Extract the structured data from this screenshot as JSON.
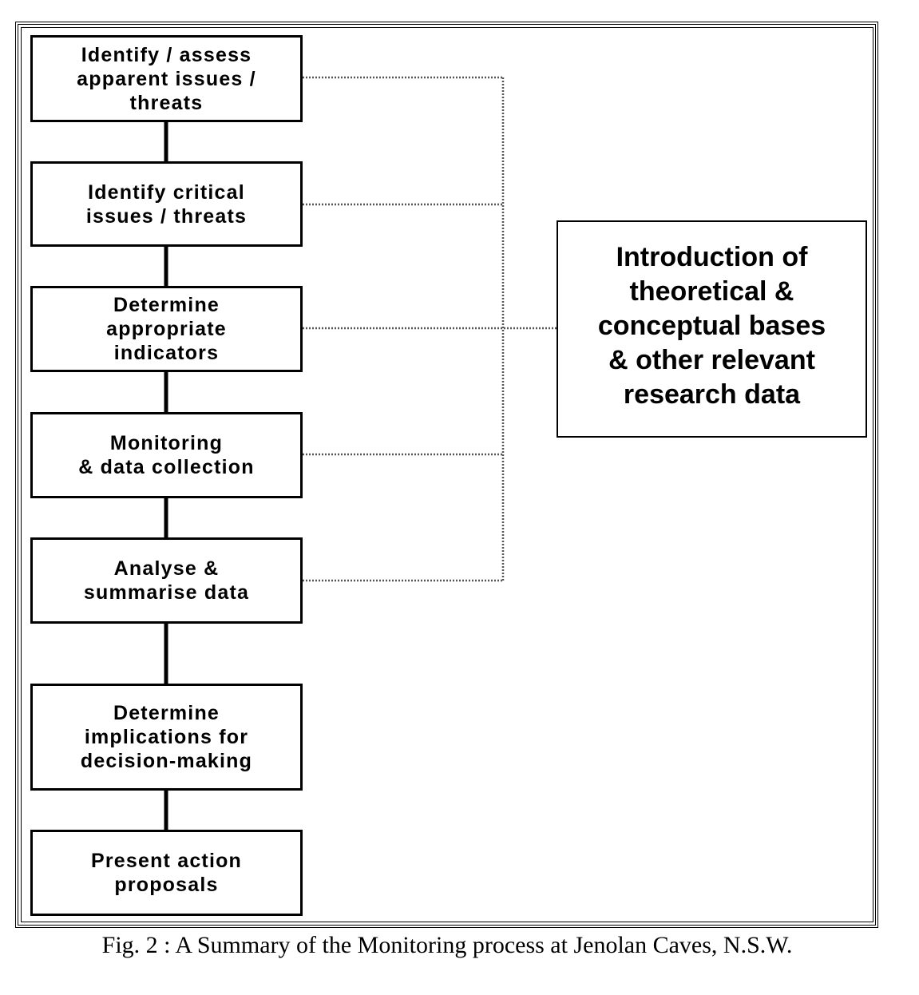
{
  "diagram": {
    "steps": [
      {
        "id": "identify-assess",
        "label": "Identify / assess\napparent  issues /\nthreats"
      },
      {
        "id": "identify-critical",
        "label": "Identify critical\nissues / threats"
      },
      {
        "id": "determine-indicators",
        "label": "Determine\nappropriate\nindicators"
      },
      {
        "id": "monitoring",
        "label": "Monitoring\n& data collection"
      },
      {
        "id": "analyse",
        "label": "Analyse &\nsummarise data"
      },
      {
        "id": "implications",
        "label": "Determine\nimplications for\ndecision-making"
      },
      {
        "id": "present",
        "label": "Present action\nproposals"
      }
    ],
    "side_box": {
      "label": "Introduction of\ntheoretical &\nconceptual bases\n& other relevant\nresearch data"
    },
    "feeds_from_side_box": [
      "identify-assess",
      "identify-critical",
      "determine-indicators",
      "monitoring",
      "analyse"
    ]
  },
  "caption": "Fig. 2 : A Summary of the Monitoring process at Jenolan Caves, N.S.W."
}
